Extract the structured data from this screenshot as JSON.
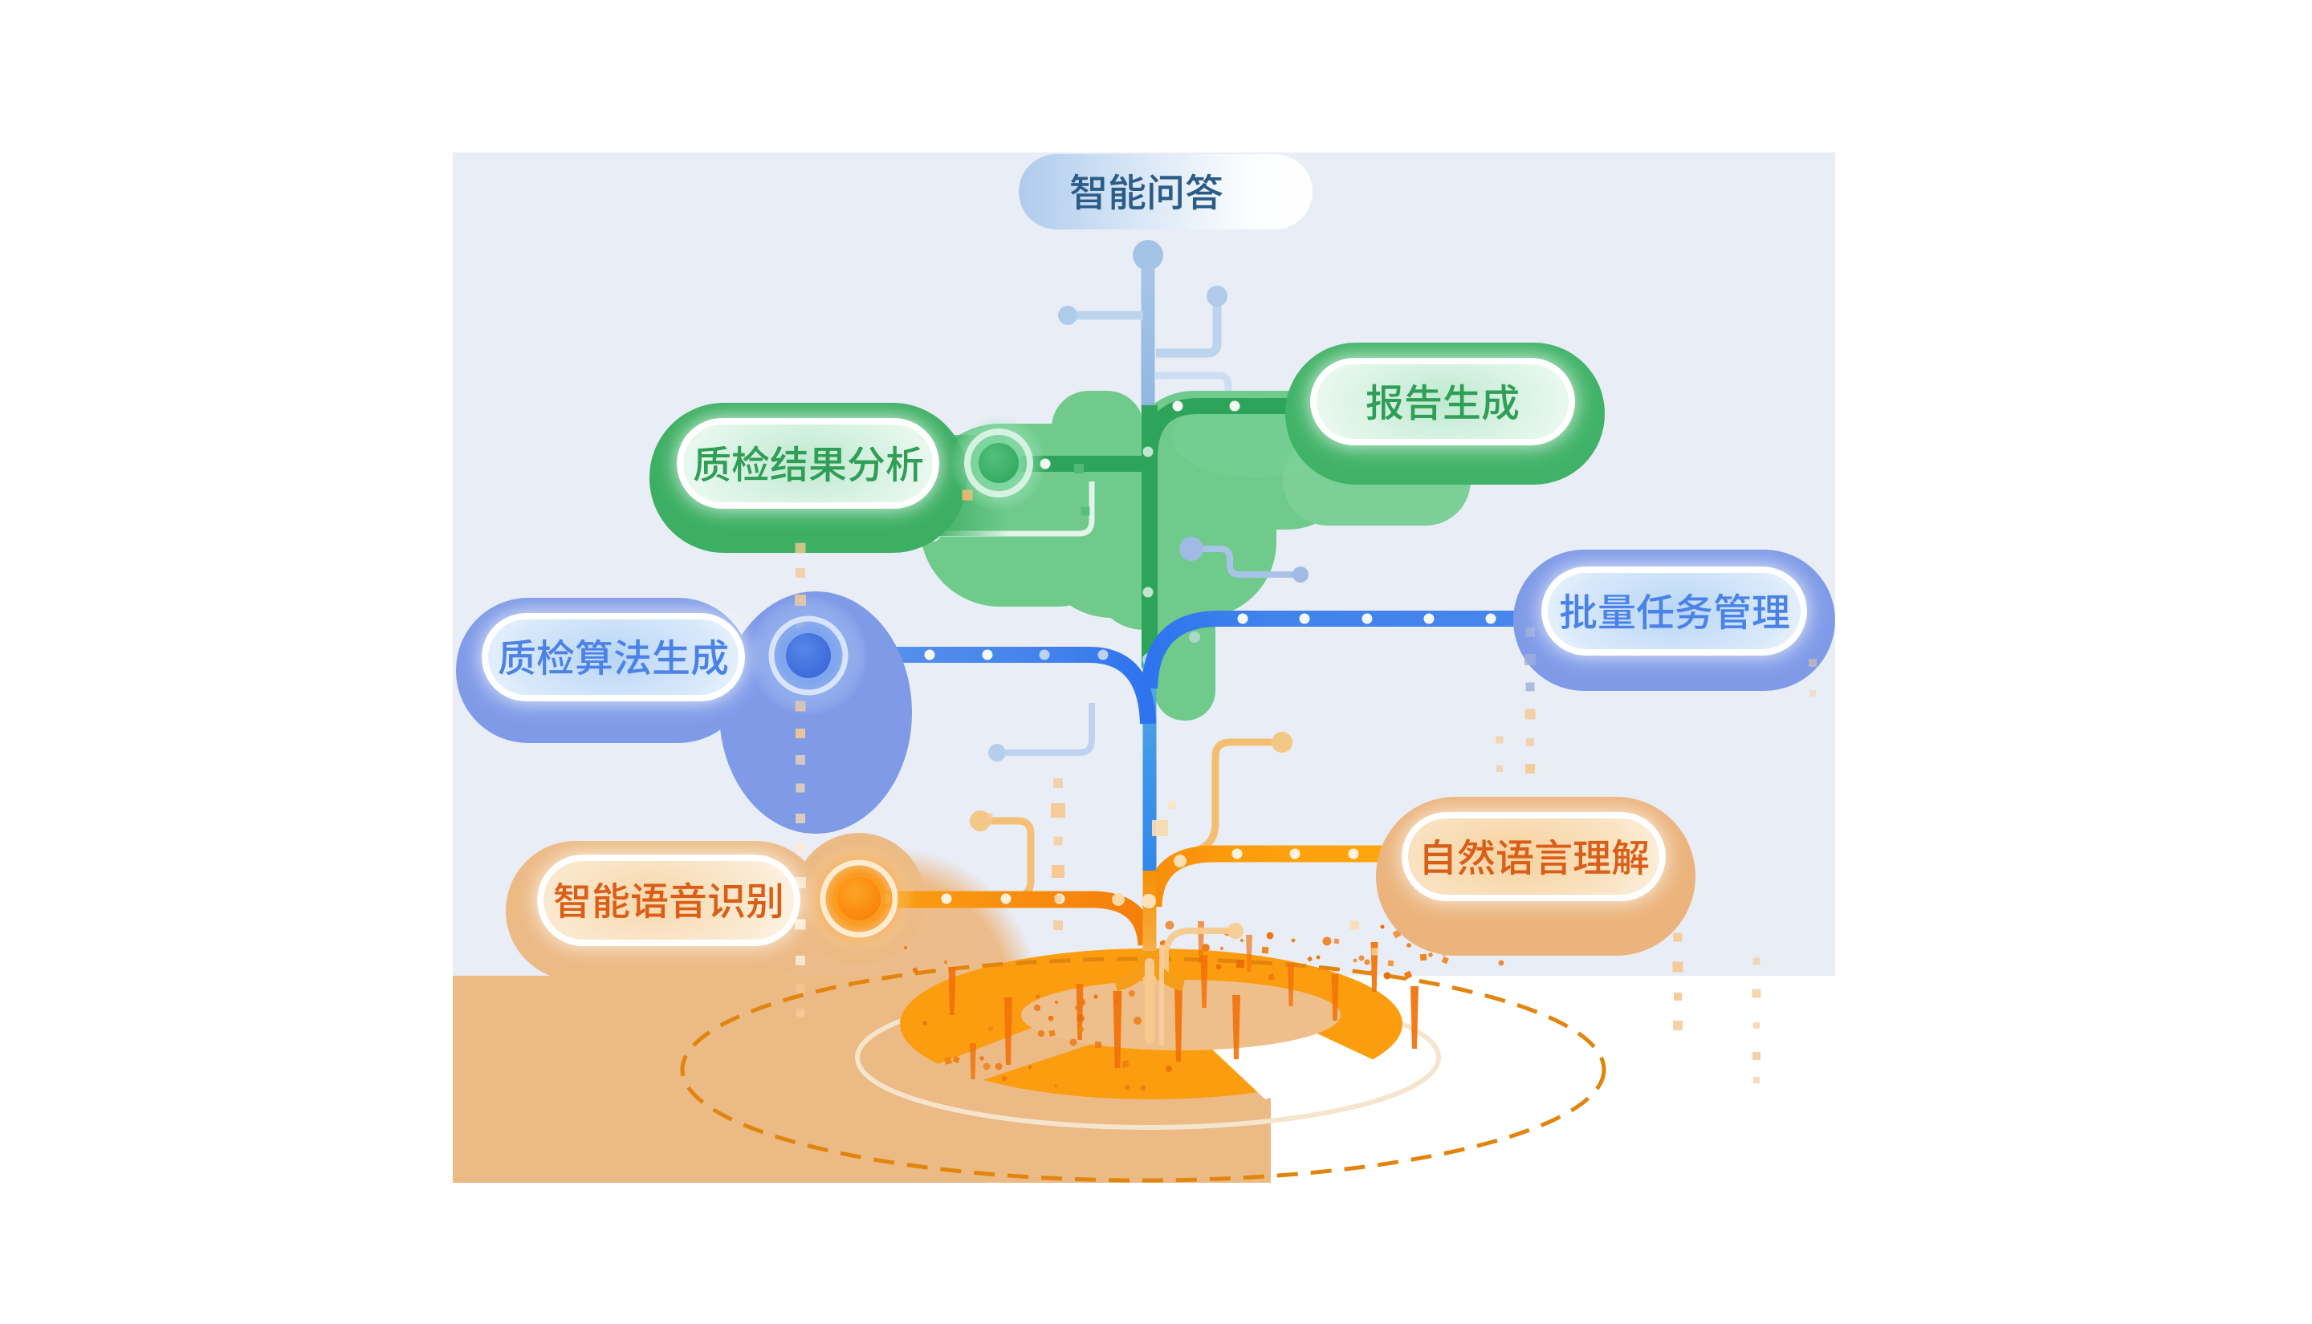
{
  "theme": {
    "page-bg": "#FFFFFF",
    "panel-bg": "#E9EDF6",
    "ground-tan": "#ECBA85",
    "green-main": "#3CAF63",
    "green-leaf": "#6FCA8C",
    "green-text": "#2F9E57",
    "blue-main": "#7F9BE8",
    "blue-branch": "#3D83EC",
    "blue-text": "#4B82E8",
    "orange-main": "#EBB47C",
    "orange-branch": "#FC9B0D",
    "orange-text": "#D95E17",
    "navy-text": "#2B5B87",
    "disc-orange": "#FB9D0F",
    "dash-orange": "#E1850E"
  },
  "nodes": {
    "qa": {
      "label": "智能问答"
    },
    "report": {
      "label": "报告生成"
    },
    "qc": {
      "label": "质检结果分析"
    },
    "batch": {
      "label": "批量任务管理"
    },
    "algo": {
      "label": "质检算法生成"
    },
    "nlu": {
      "label": "自然语言理解"
    },
    "asr": {
      "label": "智能语音识别"
    }
  }
}
